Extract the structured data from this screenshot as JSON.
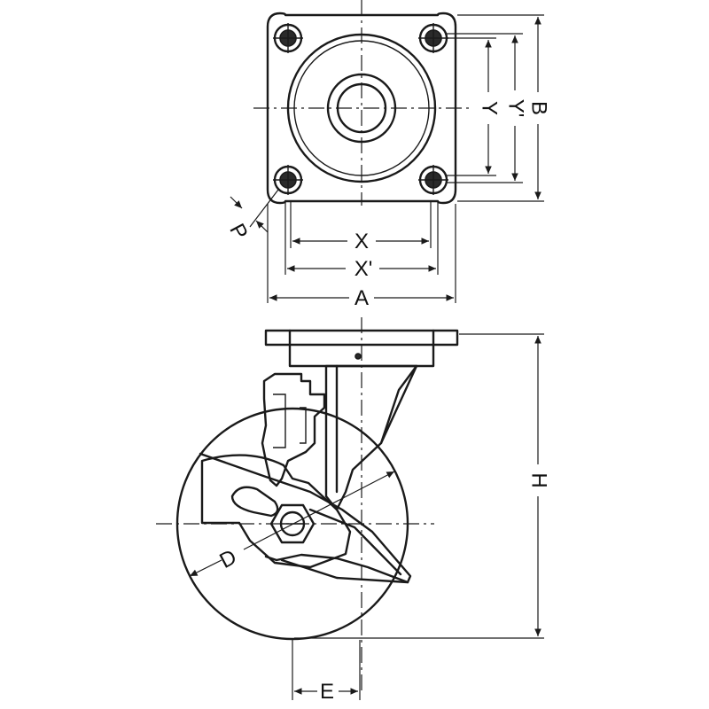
{
  "labels": {
    "x": "X",
    "x_prime": "X'",
    "a": "A",
    "y": "Y",
    "y_prime": "Y'",
    "b": "B",
    "p": "P",
    "h": "H",
    "d": "D",
    "e": "E"
  }
}
